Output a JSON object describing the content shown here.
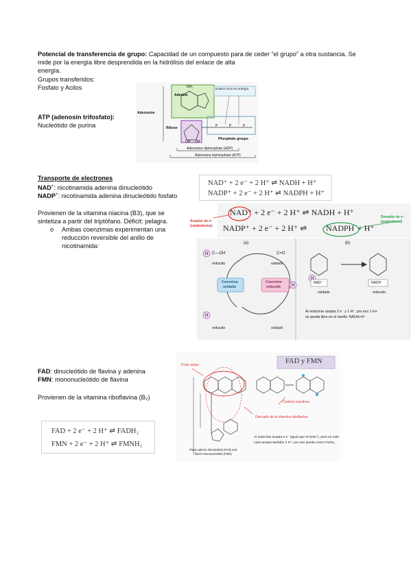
{
  "sec1": {
    "def_bold": "Potencial de transferencia de grupo:",
    "def_rest": " Capacidad de un compuesto para de ceder “el grupo” a otra sustancia. Se",
    "def_line2": "mide por la energía libre desprendida en la hidrólisis del enlace de alta",
    "def_line3": "energía.",
    "groups_label": "Grupos transferidos:",
    "groups_value": "Fosfato y Acilos",
    "atp_bold": "ATP (adenosín trifosfato):",
    "atp_desc": "Nucleótido de purina"
  },
  "atp_figure": {
    "adenine": "Adenine",
    "adenosine": "Adenosine",
    "ribose": "Ribose",
    "note": "Enlace ricos en energía",
    "phosphate_groups": "Phosphate groups",
    "adp": "Adenosine diphosphate (ADP)",
    "atp": "Adenosine triphosphate (ATP)",
    "nh2": "NH₂",
    "oh": "OH",
    "p": "P"
  },
  "sec2": {
    "title": "Transporte de electrones",
    "nad_bold": "NAD",
    "nad_sup": "+",
    "nad_desc": ": nicotinamida adenina dinucleótido",
    "nadp_bold": "NADP",
    "nadp_sup": "+",
    "nadp_desc": ": nicotinamida adenina dinucleótido fosfato",
    "origin1": "Provienen de la vitamina niacina (B3), que se",
    "origin2": "sintetiza a partir del triptófano. Déficit: pelagra.",
    "bullet_mark": "o",
    "bullet1": "Ambas coenzimas experimentan una",
    "bullet2": "reducción reversible del anillo de",
    "bullet3": "nicotinamida:"
  },
  "nad_equations": {
    "eq1": "NAD⁺ + 2 e⁻ + 2 H⁺ ⇌ NADH + H⁺",
    "eq2": "NADP⁺ + 2 e⁻ + 2 H⁺ ⇌ NADPH + H⁺"
  },
  "nad_figure": {
    "eq1_a": "NAD",
    "eq1_b": "⁺ + 2 e⁻ + 2 H⁺ ⇌ NADH + H⁺",
    "eq2_a": "NADP⁺ + 2 e⁻ + 2 H⁺ ⇌ ",
    "eq2_b": "NADPH",
    "eq2_c": " + H⁺",
    "acceptor": "Aceptor de e⁻",
    "acceptor2": "(catabolismo)",
    "donor": "Donador de e⁻",
    "donor2": "(anabolismo)",
    "panel_a": "(a)",
    "panel_b": "(b)",
    "reducido": "reducido",
    "oxidado": "oxidado",
    "coenz_ox1": "Coenzima",
    "coenz_ox2": "oxidada",
    "coenz_red1": "Coenzima",
    "coenz_red2": "reducida",
    "h": "H",
    "cooh": "C—OH",
    "co": "C=O",
    "nad_plus": "NAD⁺",
    "nadh": "NADH",
    "note1": "Al reducirse acepta 2 e⁻ y 1 H⁺, por eso 1 H+",
    "note2": "se queda libre en el medio: NADH+H⁺"
  },
  "sec3": {
    "fad_bold": "FAD",
    "fad_desc": ": dinucleótido de flavina y adenina",
    "fmn_bold": "FMN",
    "fmn_desc": ": mononucleótido de flavina",
    "origin": "Provienen de la vitamina riboflavina (B₂)"
  },
  "fad_equations": {
    "eq1": "FAD + 2 e⁻ + 2 H⁺ ⇌ FADH₂",
    "eq2": "FMN + 2 e⁻ + 2 H⁺ ⇌ FMNH₂"
  },
  "fad_figure": {
    "title": "FAD y FMN",
    "active": "Forte activo",
    "derived": "Derivado de la vitamina riboflavina",
    "centers": "Centros reactivos",
    "caption1": "Flavín adenín dinucleótido (FAD) and",
    "caption2": "flavín mononucleótido (FMN)",
    "note1": "Al reducirse acepta 2 e⁻ (igual que el NAD⁺), pero en este",
    "note2": "caso acepta también 2 H⁺, por eso queda como FADH₂"
  }
}
